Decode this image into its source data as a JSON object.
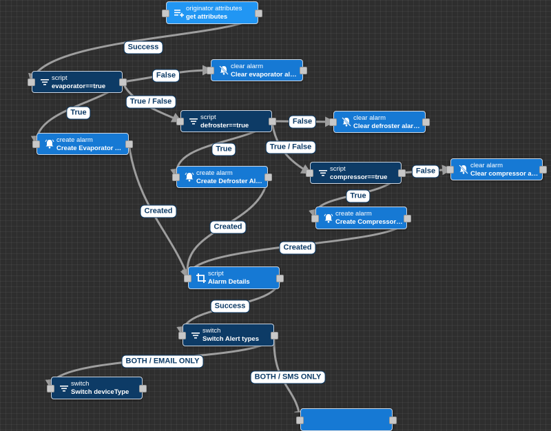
{
  "nodes": [
    {
      "id": "originator",
      "kind": "enrich",
      "icon": "plus-list-icon",
      "type": "originator attributes",
      "name": "get attributes"
    },
    {
      "id": "script_evap",
      "kind": "filter",
      "icon": "filter-icon",
      "type": "script",
      "name": "evaporator==true"
    },
    {
      "id": "clear_evap",
      "kind": "action",
      "icon": "bell-off-icon",
      "type": "clear alarm",
      "name": "Clear evaporator alar..."
    },
    {
      "id": "script_defr",
      "kind": "filter",
      "icon": "filter-icon",
      "type": "script",
      "name": "defroster==true"
    },
    {
      "id": "clear_defr",
      "kind": "action",
      "icon": "bell-off-icon",
      "type": "clear alarm",
      "name": "Clear defroster alarms"
    },
    {
      "id": "create_evap",
      "kind": "action",
      "icon": "bell-icon",
      "type": "create alarm",
      "name": "Create Evaporator Ala..."
    },
    {
      "id": "create_defr",
      "kind": "action",
      "icon": "bell-icon",
      "type": "create alarm",
      "name": "Create Defroster Alarm"
    },
    {
      "id": "script_comp",
      "kind": "filter",
      "icon": "filter-icon",
      "type": "script",
      "name": "compressor==true"
    },
    {
      "id": "clear_comp",
      "kind": "action",
      "icon": "bell-off-icon",
      "type": "clear alarm",
      "name": "Clear compressor alar..."
    },
    {
      "id": "create_comp",
      "kind": "action",
      "icon": "bell-icon",
      "type": "create alarm",
      "name": "Create Compressor Al..."
    },
    {
      "id": "alarm_details",
      "kind": "action",
      "icon": "transform-icon",
      "type": "script",
      "name": "Alarm Details"
    },
    {
      "id": "switch_alert",
      "kind": "filter",
      "icon": "filter-icon",
      "type": "switch",
      "name": "Switch Alert types"
    },
    {
      "id": "switch_device",
      "kind": "filter",
      "icon": "filter-icon",
      "type": "switch",
      "name": "Switch deviceType"
    },
    {
      "id": "partial_bottom",
      "kind": "action",
      "icon": "",
      "type": "",
      "name": ""
    }
  ],
  "edge_labels": [
    {
      "id": "e1",
      "label": "Success"
    },
    {
      "id": "e2",
      "label": "False"
    },
    {
      "id": "e3",
      "label": "True / False"
    },
    {
      "id": "e4",
      "label": "True"
    },
    {
      "id": "e5",
      "label": "False"
    },
    {
      "id": "e6",
      "label": "True"
    },
    {
      "id": "e7",
      "label": "True / False"
    },
    {
      "id": "e8",
      "label": "False"
    },
    {
      "id": "e9",
      "label": "True"
    },
    {
      "id": "e10",
      "label": "Created"
    },
    {
      "id": "e11",
      "label": "Created"
    },
    {
      "id": "e12",
      "label": "Created"
    },
    {
      "id": "e13",
      "label": "Success"
    },
    {
      "id": "e14",
      "label": "BOTH / EMAIL ONLY"
    },
    {
      "id": "e15",
      "label": "BOTH / SMS ONLY"
    }
  ],
  "colors": {
    "filter": "#0d3b66",
    "action": "#1679d4",
    "enrich": "#2196f3",
    "edge": "#9e9e9e",
    "canvas": "#2e2e2e"
  }
}
